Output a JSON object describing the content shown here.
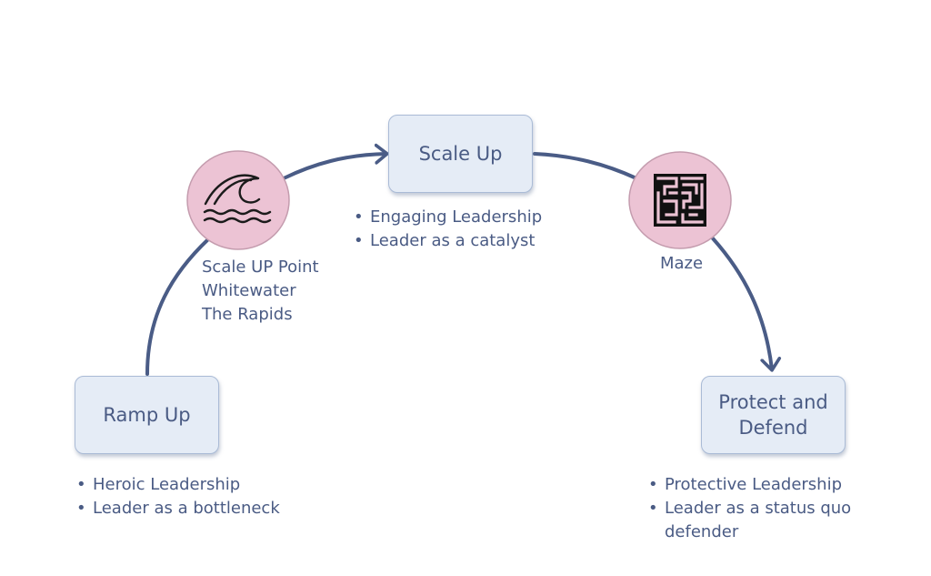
{
  "stages": {
    "scale_up": {
      "label": "Scale Up",
      "bullets": [
        "Engaging Leadership",
        "Leader as a catalyst"
      ]
    },
    "ramp_up": {
      "label": "Ramp Up",
      "bullets": [
        "Heroic Leadership",
        "Leader as a bottleneck"
      ]
    },
    "protect": {
      "label": "Protect and Defend",
      "bullets": [
        "Protective Leadership",
        "Leader as a status quo defender"
      ]
    }
  },
  "markers": {
    "whitewater": {
      "icon": "wave-icon",
      "caption_lines": [
        "Scale UP Point",
        "Whitewater",
        "The Rapids"
      ]
    },
    "maze": {
      "icon": "maze-icon",
      "caption": "Maze"
    }
  },
  "colors": {
    "arrow": "#4a5c86",
    "box_fill": "#e5ecf6",
    "box_border": "#aabbd6",
    "circle_fill": "#ecc3d4",
    "circle_border": "#c49cae",
    "text": "#4a5b84"
  }
}
